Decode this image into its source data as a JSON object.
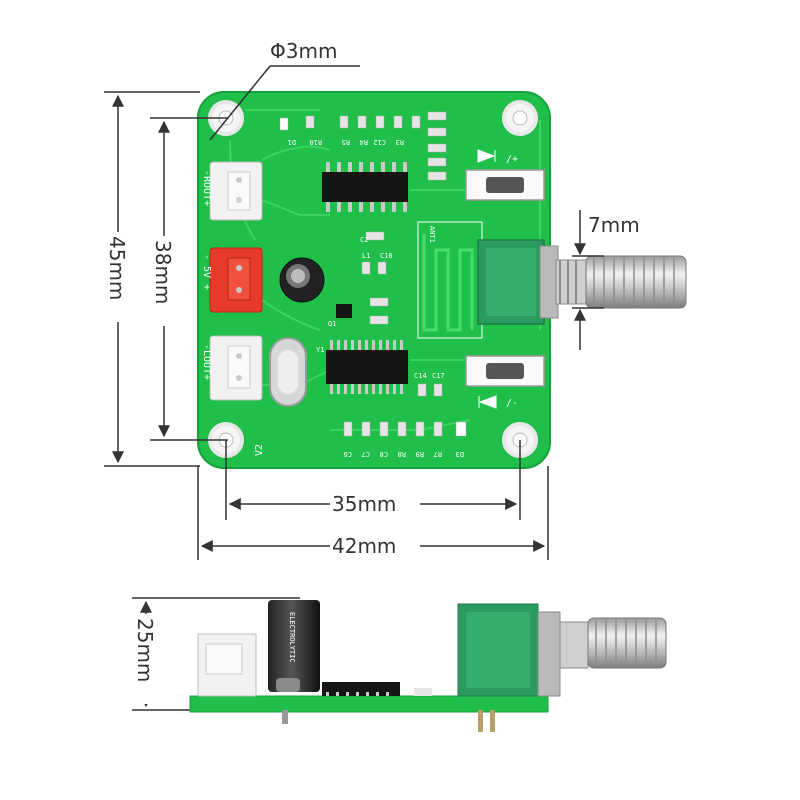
{
  "dimensions": {
    "hole_diameter": "Φ3mm",
    "knob_width": "7mm",
    "outer_height": "45mm",
    "hole_height": "38mm",
    "hole_width": "35mm",
    "outer_width": "42mm",
    "side_height": "25mm"
  },
  "silkscreen": {
    "rout": "-ROUT+",
    "power": "- 5V +",
    "lout": "-LOUT+",
    "version": "V2",
    "vol_up": "/+",
    "vol_down": "/-",
    "ant": "ANT1",
    "top_labels": [
      "D1",
      "R10",
      "R5",
      "R4",
      "C12",
      "R3"
    ],
    "bottom_labels": [
      "C6",
      "C7",
      "C8",
      "R8",
      "R9",
      "R7",
      "D3"
    ],
    "mid_labels": [
      "C2",
      "C10",
      "L1",
      "Q1",
      "C14",
      "C17",
      "Y1"
    ]
  },
  "colors": {
    "pcb": "#1fbf4a",
    "pcb_dark": "#16a23c",
    "connector_power": "#e83a2a",
    "connector_white": "#f2f2f2",
    "dimension_line": "#333333"
  }
}
